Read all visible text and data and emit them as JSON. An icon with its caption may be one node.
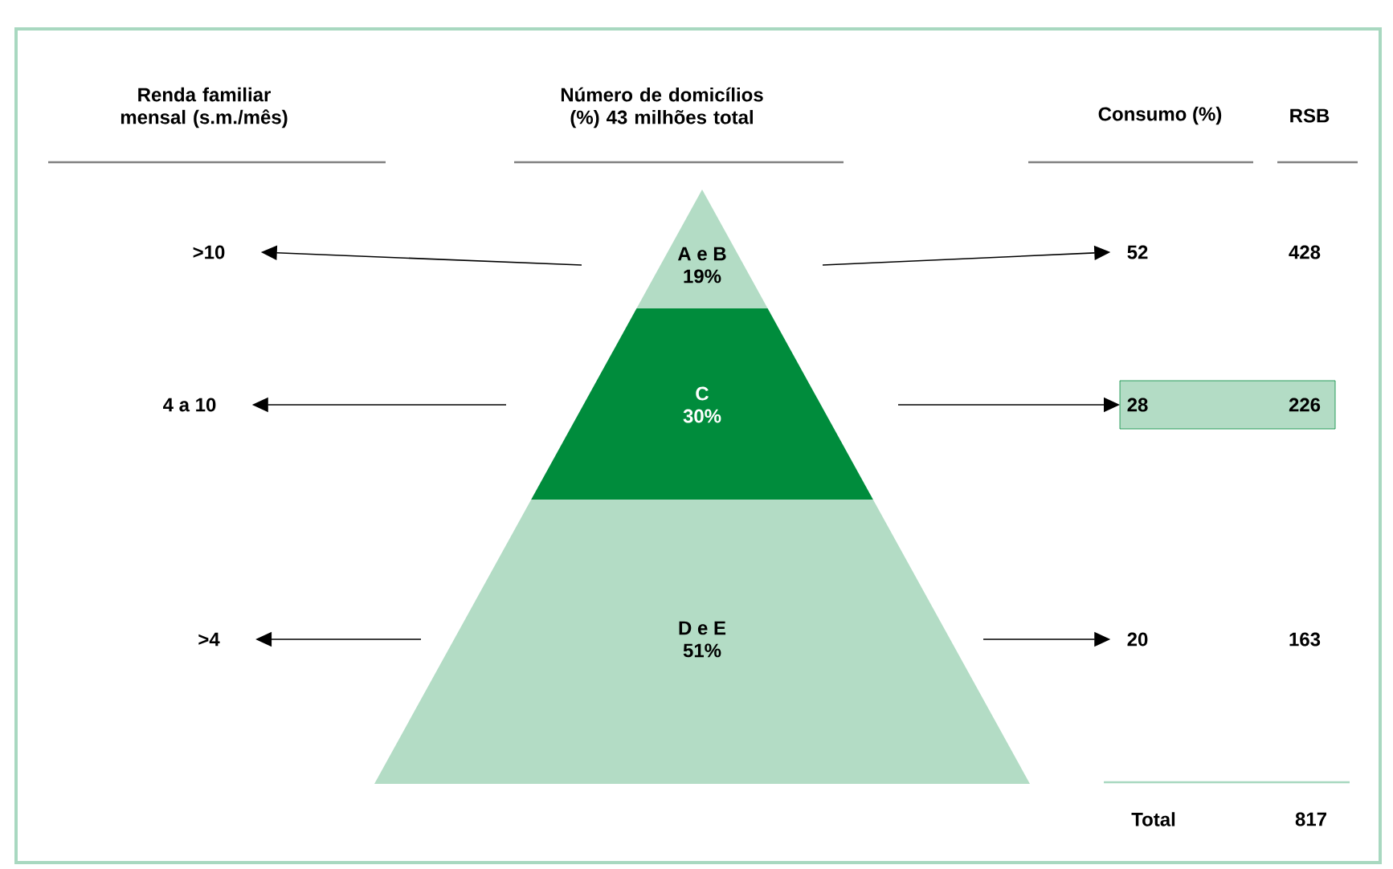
{
  "diagram": {
    "nodes": [
      {
        "text": [
          "A e B",
          "19%"
        ]
      },
      {
        "text": [
          "C",
          "30%"
        ]
      },
      {
        "text": [
          "D e E",
          "51%"
        ]
      },
      {
        "text": [
          ">10"
        ]
      },
      {
        "text": [
          "4 a 10"
        ]
      },
      {
        "text": [
          ">4"
        ]
      },
      {
        "text": [
          "52"
        ]
      },
      {
        "text": [
          "28",
          "226"
        ]
      },
      {
        "text": [
          "20"
        ]
      }
    ],
    "edges": [
      {
        "from": 0,
        "to": 3,
        "arrow": "to"
      },
      {
        "from": 0,
        "to": 6,
        "arrow": "to"
      },
      {
        "from": 1,
        "to": 4,
        "arrow": "to"
      },
      {
        "from": 1,
        "to": 7,
        "arrow": "to"
      },
      {
        "from": 2,
        "to": 5,
        "arrow": "to"
      },
      {
        "from": 2,
        "to": 8,
        "arrow": "to"
      }
    ],
    "labels": [
      "Renda familiar mensal (s.m./mês)",
      "Número de domicílios (%) 43 milhões total",
      "Consumo (%)",
      "RSB",
      "428",
      "163",
      "Total",
      "817"
    ]
  }
}
